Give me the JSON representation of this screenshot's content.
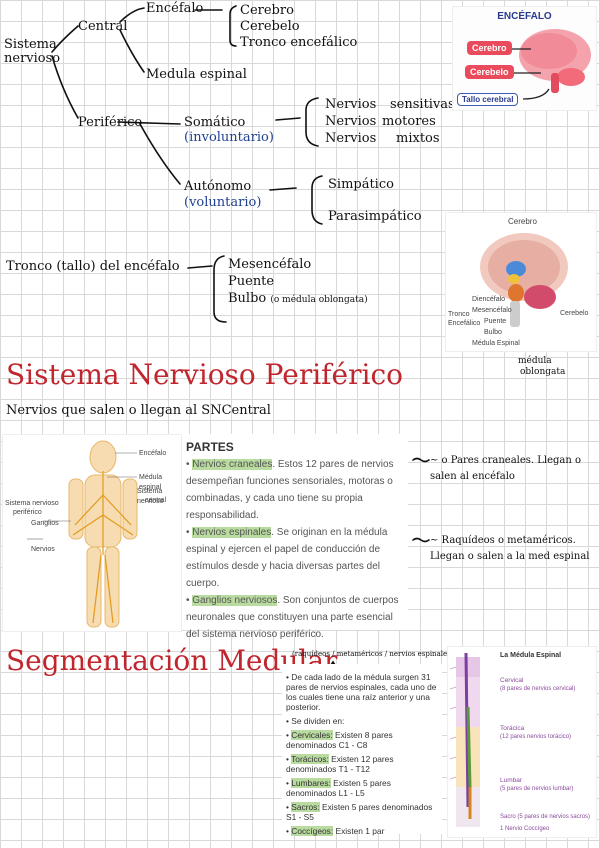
{
  "top_tree": {
    "sistema_1": "Sistema",
    "sistema_2": "nervioso",
    "central": "Central",
    "encefalo": "Encéfalo",
    "cerebro": "Cerebro",
    "cerebelo": "Cerebelo",
    "tronco": "Tronco encefálico",
    "medula": "Medula espinal",
    "periferico": "Periférico",
    "somatico": "Somático",
    "involuntario": "(involuntario)",
    "nervios_1": "Nervios",
    "sensitivas": "sensitivas",
    "nervios_2": "Nervios",
    "motores": "motores",
    "nervios_3": "Nervios",
    "mixtos": "mixtos",
    "autonomo": "Autónomo",
    "voluntario": "(voluntario)",
    "simpatico": "Simpático",
    "parasimpatico": "Parasimpático"
  },
  "brain_card": {
    "title": "ENCÉFALO",
    "cerebro": "Cerebro",
    "cerebelo": "Cerebelo",
    "tallo": "Tallo cerebral"
  },
  "tronco_section": {
    "label": "Tronco (tallo) del encéfalo",
    "mesencefalo": "Mesencéfalo",
    "puente": "Puente",
    "bulbo": "Bulbo",
    "bulbo_note": "(o médula oblongata)"
  },
  "brain_card2": {
    "cerebro": "Cerebro",
    "diencefalo": "Diencéfalo",
    "mesencefalo": "Mesencéfalo",
    "puente": "Puente",
    "bulbo": "Bulbo",
    "medula": "Médula Espinal",
    "cerebelo": "Cerebelo",
    "tronco_1": "Tronco",
    "tronco_2": "Encefálico",
    "note_1": "médula",
    "note_2": "oblongata"
  },
  "snp": {
    "title": "Sistema Nervioso Periférico",
    "subtitle": "Nervios que salen o llegan al SNCentral"
  },
  "body_card": {
    "encefalo": "Encéfalo",
    "medula": "Médula espinal",
    "snc_1": "Sistema nervioso",
    "snc_2": "central",
    "snp_1": "Sistema nervioso",
    "snp_2": "periférico",
    "ganglios": "Ganglios",
    "nervios": "Nervios"
  },
  "partes": {
    "title": "PARTES",
    "b1_hl": "Nervios craneales",
    "b1_rest": ". Estos 12 pares de nervios desempeñan funciones sensoriales, motoras o combinadas, y cada uno tiene su propia responsabilidad.",
    "b2_hl": "Nervios espinales",
    "b2_rest": ". Se originan en la médula espinal y ejercen el papel de conducción de estímulos desde y hacia diversas partes del cuerpo.",
    "b3_hl": "Ganglios nerviosos",
    "b3_rest": ". Son conjuntos de cuerpos neuronales que constituyen una parte esencial del sistema nervioso periférico."
  },
  "notes_right": {
    "n1_a": "~ o Pares craneales. Llegan o",
    "n1_b": "salen al encéfalo",
    "n2_a": "~ Raquídeos o metaméricos.",
    "n2_b": "Llegan o salen a la med espinal"
  },
  "segmentacion": {
    "title": "Segmentación Medular",
    "note": "(raquídeos / metaméricos / nervios espinales)",
    "b1": "De cada lado de la médula surgen 31 pares de nervios espinales, cada uno de los cuales tiene una raíz anterior y una posterior.",
    "b2": "Se dividen en:",
    "cervicales_hl": "Cervicales:",
    "cervicales": " Existen 8 pares denominados C1 - C8",
    "toracicos_hl": "Torácicos:",
    "toracicos": " Existen 12 pares denominados T1 - T12",
    "lumbares_hl": "Lumbares:",
    "lumbares": " Existen 5 pares denominados L1 - L5",
    "sacros_hl": "Sacros:",
    "sacros": " Existen 5 pares denominados S1 - S5",
    "coccigeos_hl": "Coccígeos:",
    "coccigeos": " Existen 1 par"
  },
  "spine_card": {
    "title": "La Médula Espinal",
    "cervical_1": "Cervical",
    "cervical_2": "(8 pares de nervios cervical)",
    "toracica_1": "Torácica",
    "toracica_2": "(12 pares nervios torácico)",
    "lumbar_1": "Lumbar",
    "lumbar_2": "(5 pares de nervios lumbar)",
    "sacro": "Sacro (5 pares de nervios sacros)",
    "coccigeo": "1 Nervio Coccígeo"
  }
}
